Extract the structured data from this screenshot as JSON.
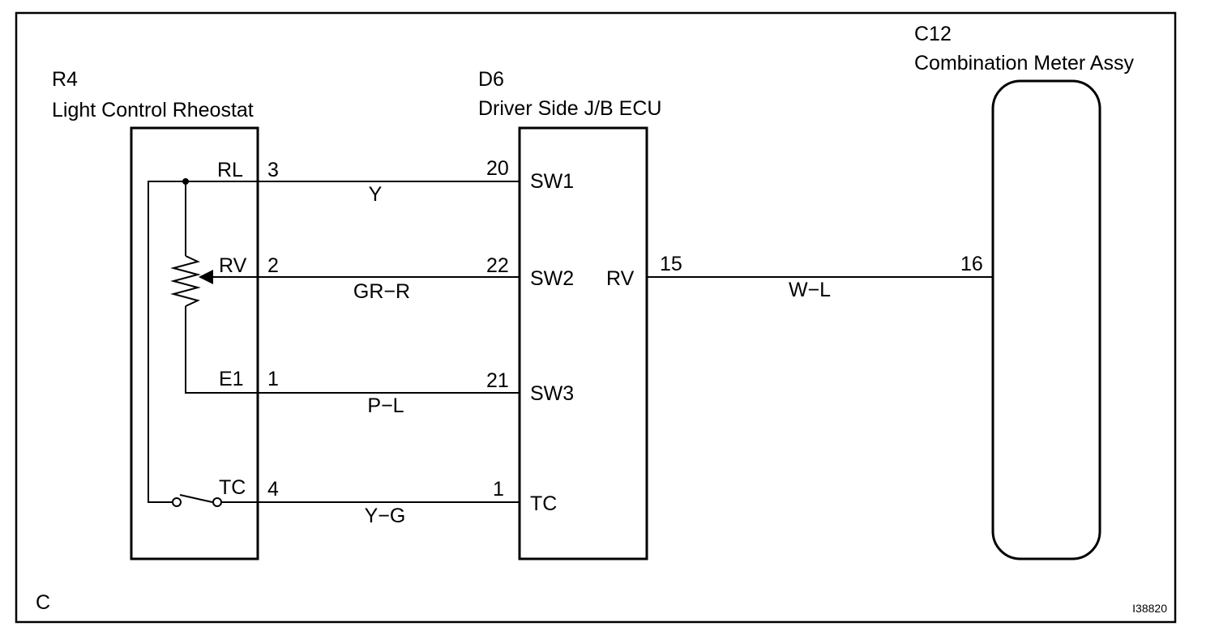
{
  "diagram": {
    "corner_letter": "C",
    "figure_code": "I38820",
    "components": {
      "r4": {
        "code": "R4",
        "name": "Light Control Rheostat",
        "pins": [
          {
            "label": "RL",
            "number": "3"
          },
          {
            "label": "RV",
            "number": "2"
          },
          {
            "label": "E1",
            "number": "1"
          },
          {
            "label": "TC",
            "number": "4"
          }
        ]
      },
      "d6": {
        "code": "D6",
        "name": "Driver Side J/B ECU",
        "pins": [
          {
            "label": "SW1",
            "number": "20"
          },
          {
            "label": "SW2",
            "number": "22"
          },
          {
            "label": "SW3",
            "number": "21"
          },
          {
            "label": "TC",
            "number": "1"
          },
          {
            "label": "RV",
            "number": "15"
          }
        ]
      },
      "c12": {
        "code": "C12",
        "name": "Combination Meter Assy",
        "pins": [
          {
            "number": "16"
          }
        ]
      }
    },
    "wires": [
      {
        "color": "Y"
      },
      {
        "color": "GR−R"
      },
      {
        "color": "P−L"
      },
      {
        "color": "Y−G"
      },
      {
        "color": "W−L"
      }
    ]
  }
}
